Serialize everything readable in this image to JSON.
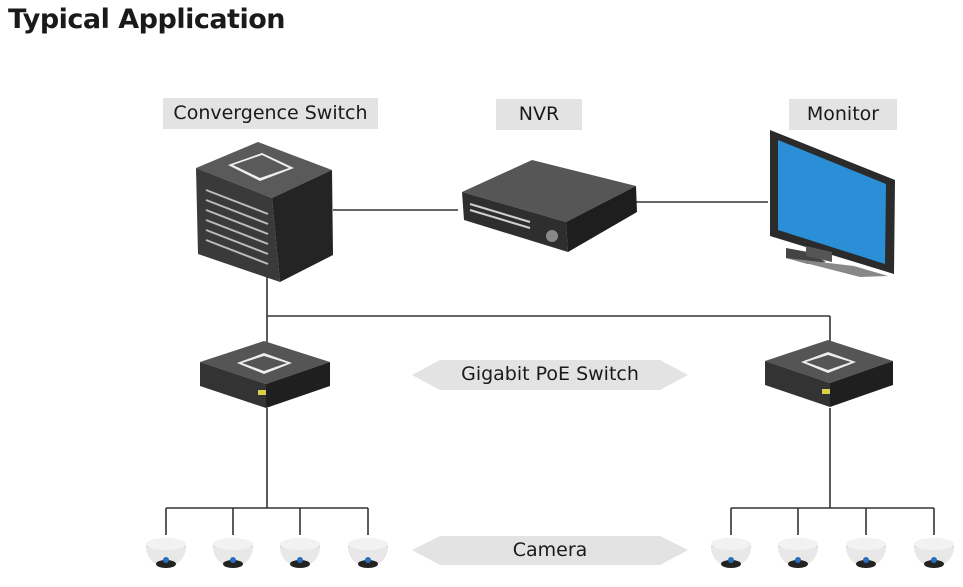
{
  "title": "Typical Application",
  "labels": {
    "convergence_switch": "Convergence Switch",
    "nvr": "NVR",
    "monitor": "Monitor",
    "poe_switch": "Gigabit PoE Switch",
    "camera": "Camera"
  },
  "colors": {
    "label_bg": "#e3e3e3",
    "arrow_fill": "#e3e3e3",
    "line": "#333333",
    "device_dark": "#2d2d2d",
    "screen": "#2a8fd6"
  }
}
